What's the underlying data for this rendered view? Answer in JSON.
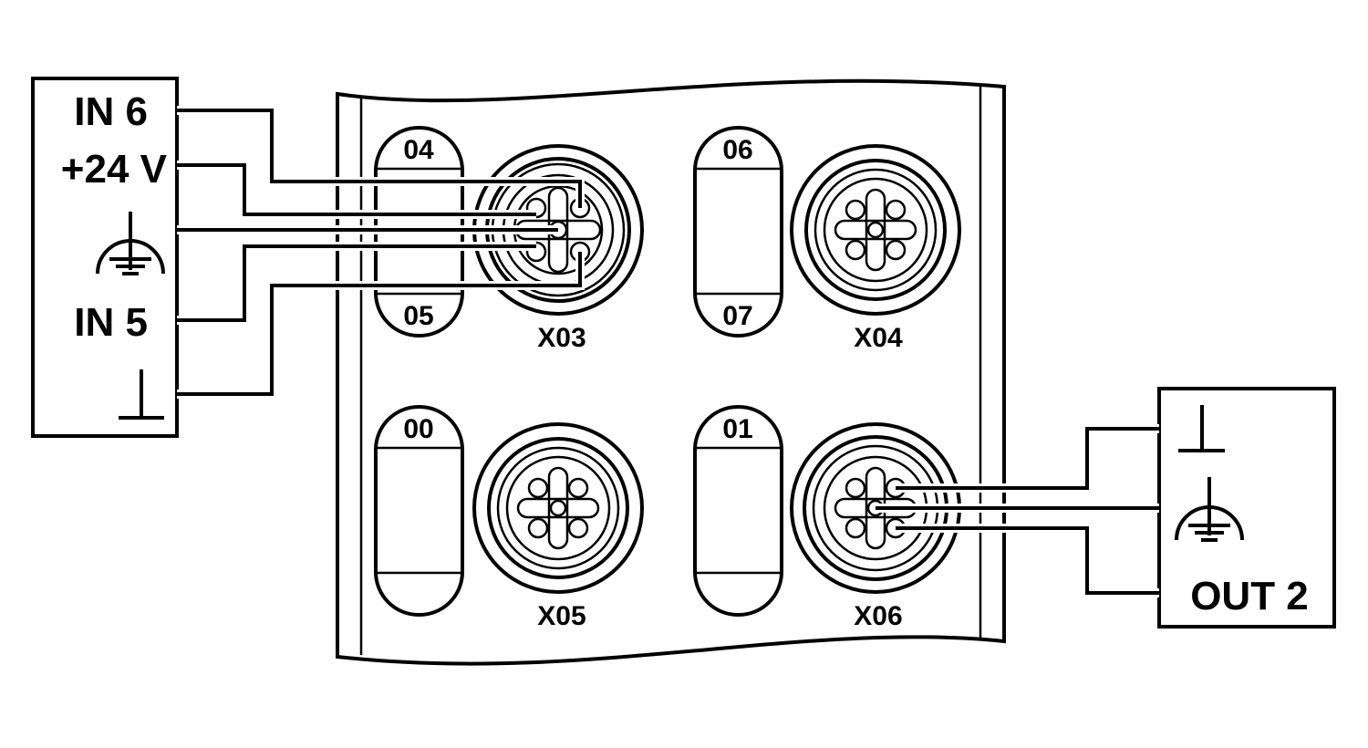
{
  "left_box": {
    "in6": "IN 6",
    "v24": "+24 V",
    "in5": "IN 5"
  },
  "right_box": {
    "out2": "OUT 2"
  },
  "connectors": {
    "x03": "X03",
    "x04": "X04",
    "x05": "X05",
    "x06": "X06"
  },
  "leds": {
    "l04": "04",
    "l05": "05",
    "l06": "06",
    "l07": "07",
    "l00": "00",
    "l01": "01"
  },
  "symbols": {
    "earth": "protective-earth-icon",
    "ground": "ground-icon"
  }
}
